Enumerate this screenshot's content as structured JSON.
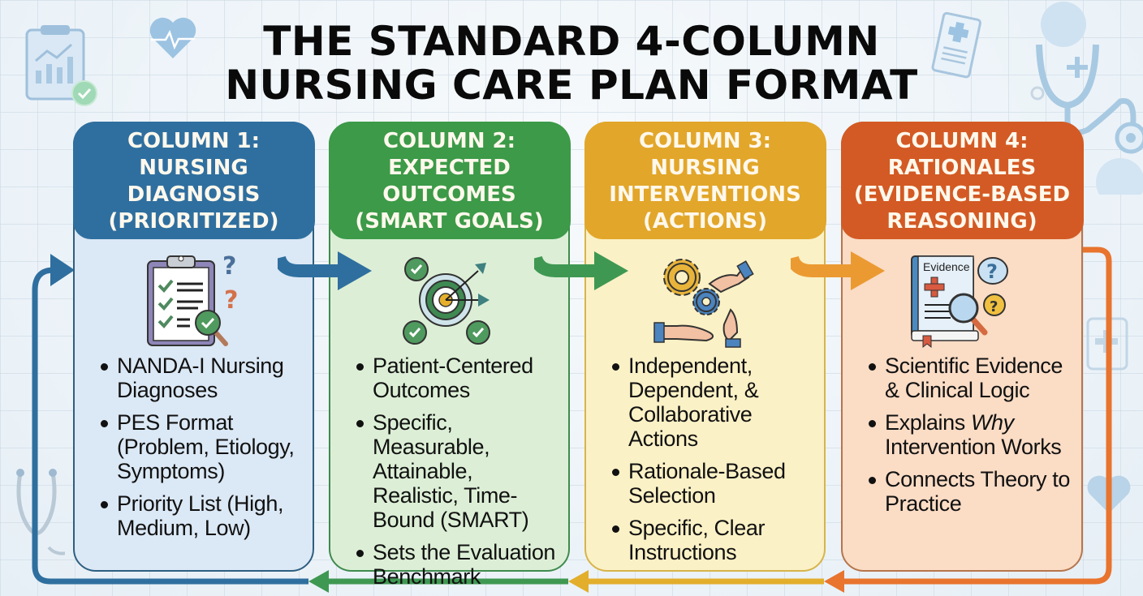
{
  "title": {
    "line1": "THE STANDARD 4-COLUMN",
    "line2": "NURSING CARE PLAN FORMAT"
  },
  "colors": {
    "column1": "#2f6f9f",
    "column2": "#3c9a48",
    "column3": "#e2a62a",
    "column4": "#d35a24"
  },
  "columns": [
    {
      "heading": [
        "COLUMN 1:",
        "NURSING",
        "DIAGNOSIS",
        "(PRIORITIZED)"
      ],
      "icon": "clipboard-checklist-icon",
      "bullets": [
        "NANDA-I Nursing Diagnoses",
        "PES Format (Problem, Etiology, Symptoms)",
        "Priority List (High, Medium, Low)"
      ]
    },
    {
      "heading": [
        "COLUMN 2:",
        "EXPECTED",
        "OUTCOMES",
        "(SMART GOALS)"
      ],
      "icon": "target-goals-icon",
      "bullets": [
        "Patient-Centered Outcomes",
        "Specific, Measurable, Attainable, Realistic, Time-Bound (SMART)",
        "Sets the Evaluation Benchmark"
      ]
    },
    {
      "heading": [
        "COLUMN 3:",
        "NURSING",
        "INTERVENTIONS",
        "(ACTIONS)"
      ],
      "icon": "gears-hands-icon",
      "bullets": [
        "Independent, Dependent, & Collaborative Actions",
        "Rationale-Based Selection",
        "Specific, Clear Instructions"
      ]
    },
    {
      "heading": [
        "COLUMN 4:",
        "RATIONALES",
        "(EVIDENCE-BASED",
        "REASONING)"
      ],
      "icon": "evidence-book-icon",
      "icon_label": "Evidence",
      "bullets": [
        "Scientific Evidence & Clinical Logic",
        "Explains",
        "Why",
        "Intervention Works",
        "Connects Theory to Practice"
      ]
    }
  ]
}
